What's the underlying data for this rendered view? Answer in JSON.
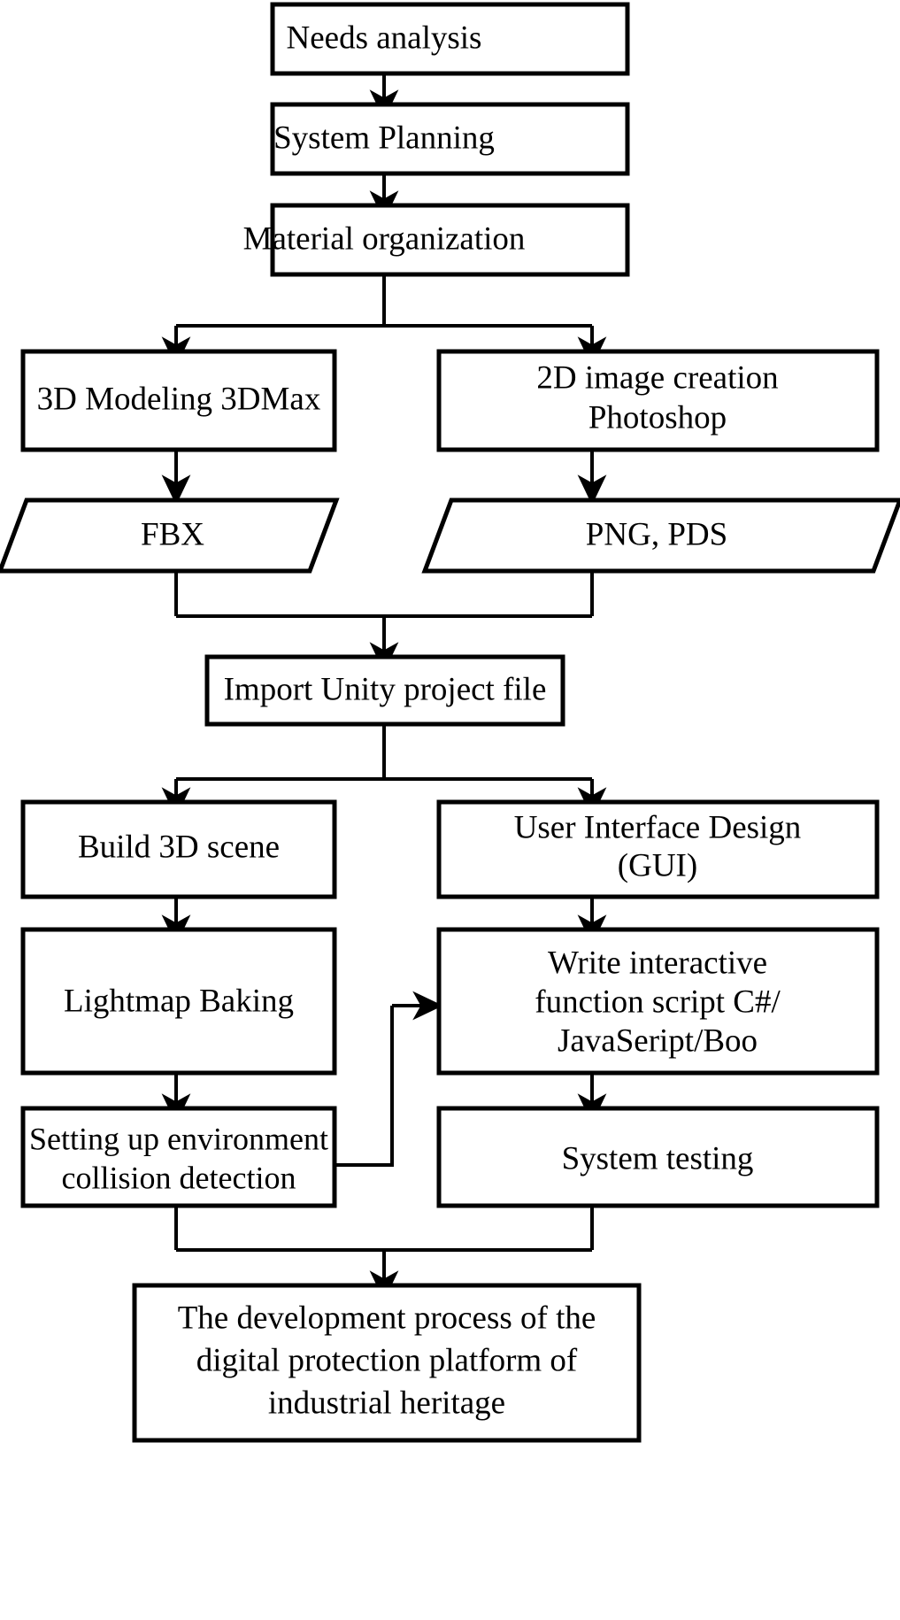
{
  "diagram": {
    "title": "The development process of the digital protection platform of industrial heritage",
    "type": "flowchart",
    "background_color": "#ffffff",
    "line_color": "#000000",
    "text_color": "#000000",
    "nodes": [
      {
        "id": "needs-analysis",
        "shape": "rectangle",
        "lines": [
          "Needs analysis"
        ]
      },
      {
        "id": "system-planning",
        "shape": "rectangle",
        "lines": [
          "System Planning"
        ]
      },
      {
        "id": "material-organization",
        "shape": "rectangle",
        "lines": [
          "Material organization"
        ]
      },
      {
        "id": "3d-modeling",
        "shape": "rectangle",
        "lines": [
          "3D Modeling 3DMax"
        ]
      },
      {
        "id": "2d-image-creation",
        "shape": "rectangle",
        "lines": [
          "2D image creation",
          "Photoshop"
        ]
      },
      {
        "id": "fbx",
        "shape": "parallelogram",
        "lines": [
          "FBX"
        ]
      },
      {
        "id": "png-pds",
        "shape": "parallelogram",
        "lines": [
          "PNG, PDS"
        ]
      },
      {
        "id": "import-unity",
        "shape": "rectangle",
        "lines": [
          "Import Unity project file"
        ]
      },
      {
        "id": "build-3d-scene",
        "shape": "rectangle",
        "lines": [
          "Build 3D scene"
        ]
      },
      {
        "id": "user-interface-design",
        "shape": "rectangle",
        "lines": [
          "User Interface Design",
          "(GUI)"
        ]
      },
      {
        "id": "lightmap-baking",
        "shape": "rectangle",
        "lines": [
          "Lightmap Baking"
        ]
      },
      {
        "id": "write-script",
        "shape": "rectangle",
        "lines": [
          "Write interactive",
          "function script C#/",
          "JavaSeript/Boo"
        ]
      },
      {
        "id": "collision-detection",
        "shape": "rectangle",
        "lines": [
          "Setting up environment",
          "collision detection"
        ]
      },
      {
        "id": "system-testing",
        "shape": "rectangle",
        "lines": [
          "System testing"
        ]
      },
      {
        "id": "final-output",
        "shape": "rectangle",
        "lines": [
          "The development process of the",
          "digital protection platform of",
          "industrial heritage"
        ]
      }
    ],
    "edges": [
      {
        "from": "needs-analysis",
        "to": "system-planning",
        "style": "arrow-down"
      },
      {
        "from": "system-planning",
        "to": "material-organization",
        "style": "arrow-down"
      },
      {
        "from": "material-organization",
        "to": "3d-modeling",
        "style": "split-left"
      },
      {
        "from": "material-organization",
        "to": "2d-image-creation",
        "style": "split-right"
      },
      {
        "from": "3d-modeling",
        "to": "fbx",
        "style": "arrow-down"
      },
      {
        "from": "2d-image-creation",
        "to": "png-pds",
        "style": "arrow-down"
      },
      {
        "from": "fbx",
        "to": "import-unity",
        "style": "merge-left"
      },
      {
        "from": "png-pds",
        "to": "import-unity",
        "style": "merge-right"
      },
      {
        "from": "import-unity",
        "to": "build-3d-scene",
        "style": "split-left"
      },
      {
        "from": "import-unity",
        "to": "user-interface-design",
        "style": "split-right"
      },
      {
        "from": "build-3d-scene",
        "to": "lightmap-baking",
        "style": "arrow-down"
      },
      {
        "from": "user-interface-design",
        "to": "write-script",
        "style": "arrow-down"
      },
      {
        "from": "lightmap-baking",
        "to": "collision-detection",
        "style": "arrow-down"
      },
      {
        "from": "collision-detection",
        "to": "write-script",
        "style": "arrow-right-elbow"
      },
      {
        "from": "write-script",
        "to": "system-testing",
        "style": "arrow-down"
      },
      {
        "from": "collision-detection",
        "to": "final-output",
        "style": "merge-left"
      },
      {
        "from": "system-testing",
        "to": "final-output",
        "style": "merge-right"
      }
    ]
  }
}
